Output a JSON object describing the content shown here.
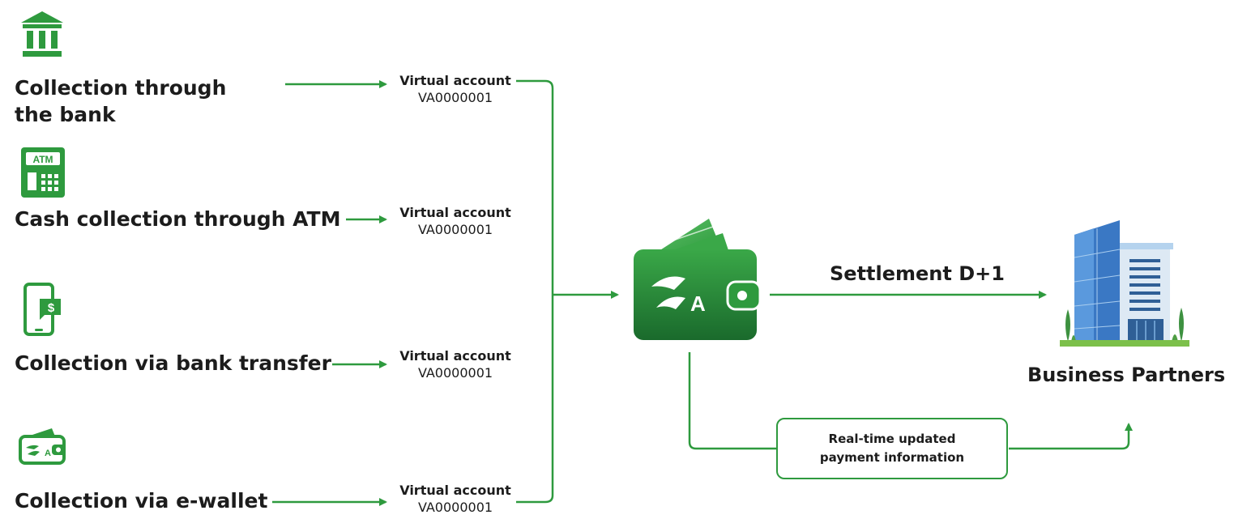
{
  "sources": [
    {
      "id": "bank",
      "icon": "bank-building-icon",
      "label_line1": "Collection through",
      "label_line2": "the bank"
    },
    {
      "id": "atm",
      "icon": "atm-icon",
      "label_line1": "Cash collection through ATM"
    },
    {
      "id": "transfer",
      "icon": "mobile-payment-icon",
      "label_line1": "Collection via bank transfer"
    },
    {
      "id": "ewallet",
      "icon": "ewallet-icon",
      "label_line1": "Collection via e-wallet"
    }
  ],
  "virtual_accounts": [
    {
      "title": "Virtual account",
      "number": "VA0000001"
    },
    {
      "title": "Virtual account",
      "number": "VA0000001"
    },
    {
      "title": "Virtual account",
      "number": "VA0000001"
    },
    {
      "title": "Virtual account",
      "number": "VA0000001"
    }
  ],
  "center_icon": "wallet-logo-icon",
  "logo_letter": "A",
  "atm_icon_text": "ATM",
  "mobile_icon_text": "$",
  "settlement_label": "Settlement D+1",
  "realtime_info": {
    "line1": "Real-time updated",
    "line2": "payment information"
  },
  "destination": {
    "icon": "office-building-icon",
    "label": "Business Partners"
  },
  "colors": {
    "accent": "#2e9a3e",
    "dark_green": "#1e6e30",
    "text": "#1c1c1c",
    "building_blue": "#3a78c4"
  }
}
